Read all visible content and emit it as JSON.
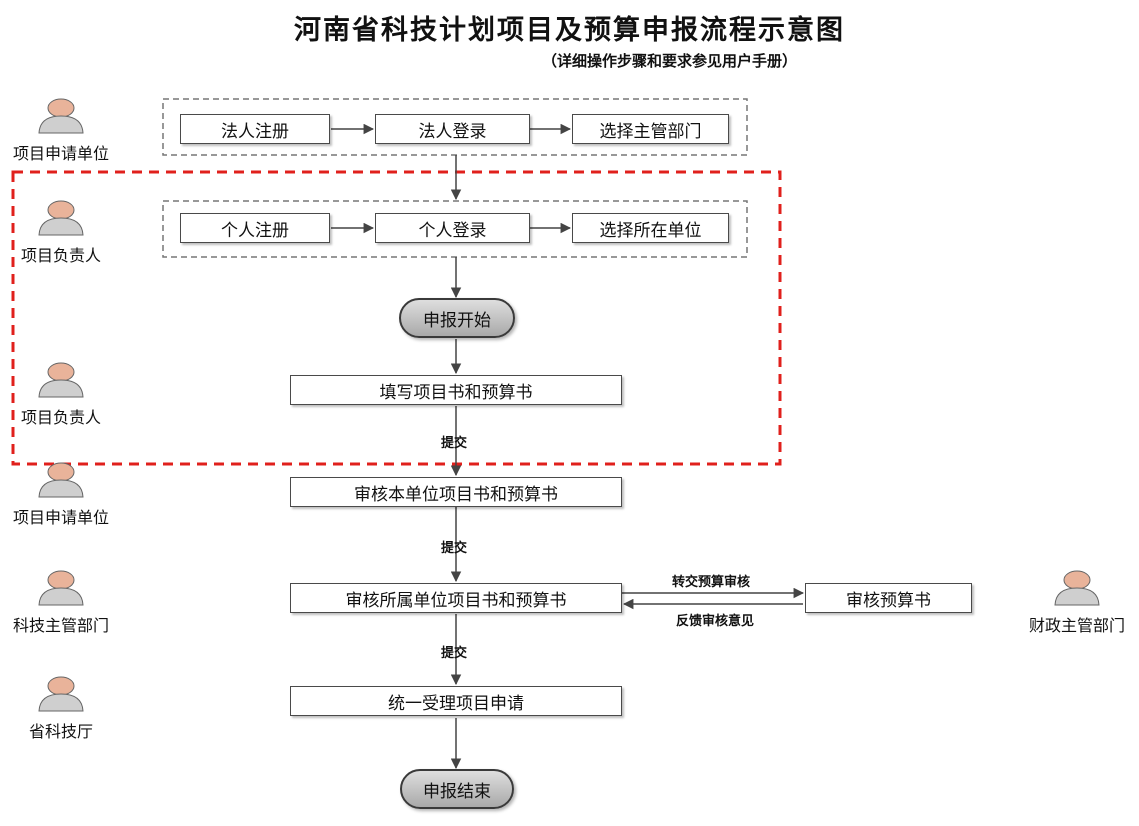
{
  "title": "河南省科技计划项目及预算申报流程示意图",
  "subtitle": "（详细操作步骤和要求参见用户手册）",
  "roles": [
    {
      "label": "项目申请单位"
    },
    {
      "label": "项目负责人"
    },
    {
      "label": "项目负责人"
    },
    {
      "label": "项目申请单位"
    },
    {
      "label": "科技主管部门"
    },
    {
      "label": "省科技厅"
    },
    {
      "label": "财政主管部门"
    }
  ],
  "steps": {
    "legal_register": "法人注册",
    "legal_login": "法人登录",
    "select_dept": "选择主管部门",
    "personal_register": "个人注册",
    "personal_login": "个人登录",
    "select_unit": "选择所在单位",
    "start": "申报开始",
    "fill": "填写项目书和预算书",
    "review_unit": "审核本单位项目书和预算书",
    "review_affiliated": "审核所属单位项目书和预算书",
    "review_budget": "审核预算书",
    "accept": "统一受理项目申请",
    "end": "申报结束"
  },
  "edges": {
    "submit_1": "提交",
    "submit_2": "提交",
    "submit_3": "提交",
    "transfer": "转交预算审核",
    "feedback": "反馈审核意见"
  },
  "colors": {
    "highlight_border": "#e0201c",
    "person_head": "#e9b39a",
    "person_body": "#cfcfcf"
  }
}
